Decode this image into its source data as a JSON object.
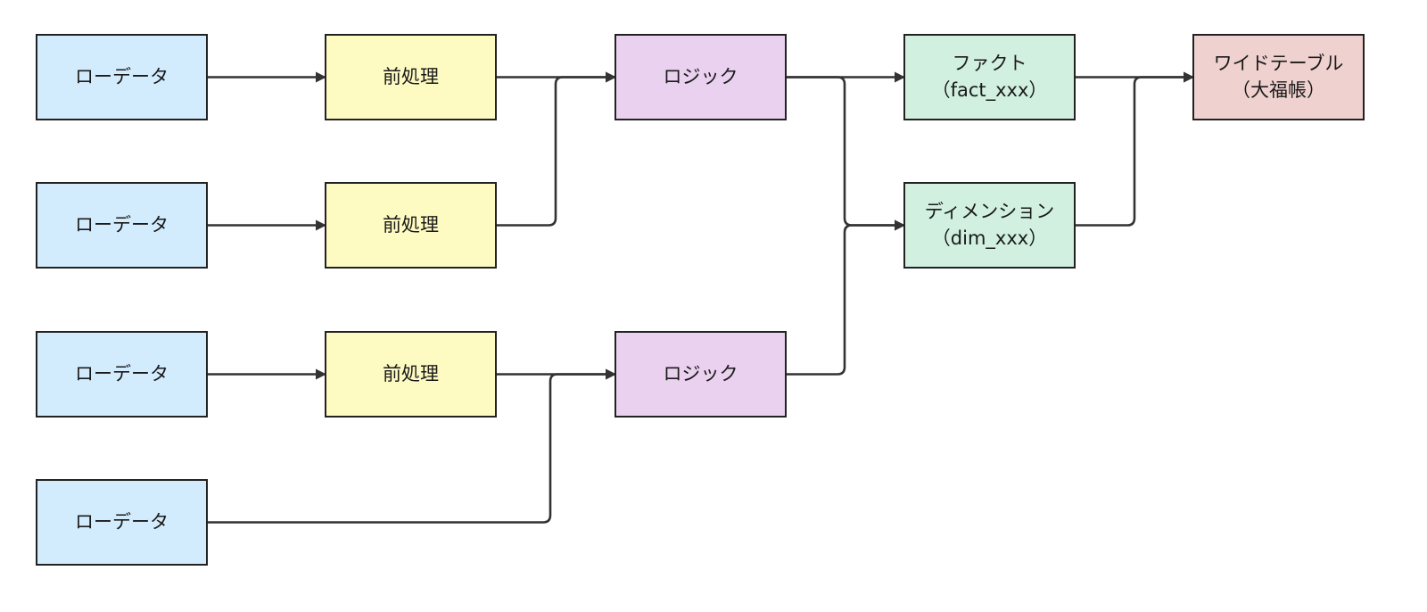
{
  "colors": {
    "loader": "#d3ecfd",
    "preprocess": "#fdfbc2",
    "logic": "#e9d1ef",
    "fact_dim": "#d1f0e0",
    "wide": "#efd1cf",
    "line": "#333333"
  },
  "nodes": {
    "loader_1": [
      "ローデータ"
    ],
    "loader_2": [
      "ローデータ"
    ],
    "loader_3": [
      "ローデータ"
    ],
    "loader_4": [
      "ローデータ"
    ],
    "preprocess_1": [
      "前処理"
    ],
    "preprocess_2": [
      "前処理"
    ],
    "preprocess_3": [
      "前処理"
    ],
    "logic_1": [
      "ロジック"
    ],
    "logic_2": [
      "ロジック"
    ],
    "fact": [
      "ファクト",
      "（fact_xxx）"
    ],
    "dimension": [
      "ディメンション",
      "（dim_xxx）"
    ],
    "wide_table": [
      "ワイドテーブル",
      "（大福帳）"
    ]
  },
  "edges": [
    [
      "loader_1",
      "preprocess_1"
    ],
    [
      "loader_2",
      "preprocess_2"
    ],
    [
      "loader_3",
      "preprocess_3"
    ],
    [
      "preprocess_1",
      "logic_1"
    ],
    [
      "preprocess_2",
      "logic_1"
    ],
    [
      "preprocess_3",
      "logic_2"
    ],
    [
      "loader_4",
      "logic_2"
    ],
    [
      "logic_1",
      "fact"
    ],
    [
      "logic_1",
      "dimension"
    ],
    [
      "logic_2",
      "dimension"
    ],
    [
      "fact",
      "wide_table"
    ],
    [
      "dimension",
      "wide_table"
    ]
  ]
}
